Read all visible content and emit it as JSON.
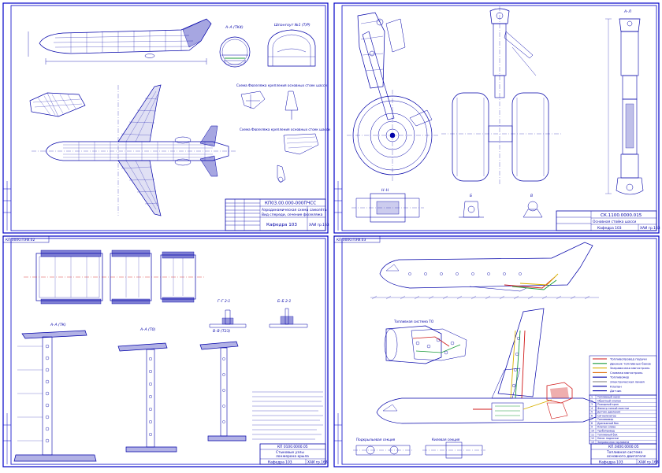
{
  "colors": {
    "ink": "#0000a8",
    "ink_dark": "#000078",
    "red": "#d01818",
    "green": "#1a9a3a",
    "yellow": "#d8b000",
    "orange": "#e07010",
    "gray": "#7a7a7a",
    "sheet_bg": "#ffffff",
    "frame": "#0000c8"
  },
  "sheet1": {
    "code": "КП03.00.000-000ПЧСС",
    "title": "Аэродинамическая схема самолёта",
    "subtitle": "Вид спереди, сечение фюзеляжа",
    "group": "Кафедра 103",
    "org": "ХАИ  гр.163",
    "view_labels": [
      "А–А (ТК4)",
      "Шпангоут №1   (Т/Р)"
    ],
    "caption_1": "Схема Фюзеляжа крепления основных стоек шасси",
    "caption_2": "Схема Фюзеляжа крепления основных стоек шасси"
  },
  "sheet2": {
    "code": "СК.1100.0000.015",
    "title": "Основная стойка шасси",
    "group": "Кафедра 103",
    "org": "ХАИ  гр.163",
    "view_labels": [
      "А–Л",
      "Н–Н",
      "Б",
      "В"
    ]
  },
  "sheet3": {
    "stamp": "КП.0000.ПЗФ.02",
    "code": "КП 0100.0000.05",
    "title": "Стыковые узлы",
    "subtitle": "лонжерона крыла",
    "group": "Кафедра 103",
    "org": "ХАИ  гр.163",
    "view_labels": [
      "Г–Г 2:1",
      "Б–Б 2:1",
      "А–А (ТК)",
      "А–А (Т0)",
      "В–В (Т23)"
    ]
  },
  "sheet4": {
    "stamp": "КП.0000.ПЗФ.03",
    "code": "КП.0400.0000.05",
    "title": "Топливная система",
    "subtitle": "основного двигателя",
    "group": "Кафедра 103",
    "org": "ХАИ  гр.163",
    "captions": [
      "Топливная система ТО",
      "Подкрыльевая секция",
      "Килевая секция"
    ],
    "legend": [
      {
        "label": "Топливопровод подачи",
        "color": "#d01818"
      },
      {
        "label": "Дренаж топливных баков",
        "color": "#1a9a3a"
      },
      {
        "label": "Заправочная магистраль",
        "color": "#d8b000"
      },
      {
        "label": "Сливная магистраль",
        "color": "#e07010"
      },
      {
        "label": "Топливомер",
        "color": "#0000a8"
      },
      {
        "label": "Электрическая линия",
        "color": "#7a7a7a"
      },
      {
        "label": "Клапан",
        "color": "#0000a8"
      },
      {
        "label": "Датчик",
        "color": "#0000a8"
      }
    ],
    "spec_rows": [
      "Топливный насос",
      "Обратный клапан",
      "Пожарный кран",
      "Фильтр тонкой очистки",
      "Датчик давления",
      "Сигнализатор",
      "Топливомер",
      "Дренажный бак",
      "Клапан слива",
      "Трубопровод",
      "Топливный бак",
      "Насос подкачки",
      "Заправочная горловина"
    ]
  }
}
